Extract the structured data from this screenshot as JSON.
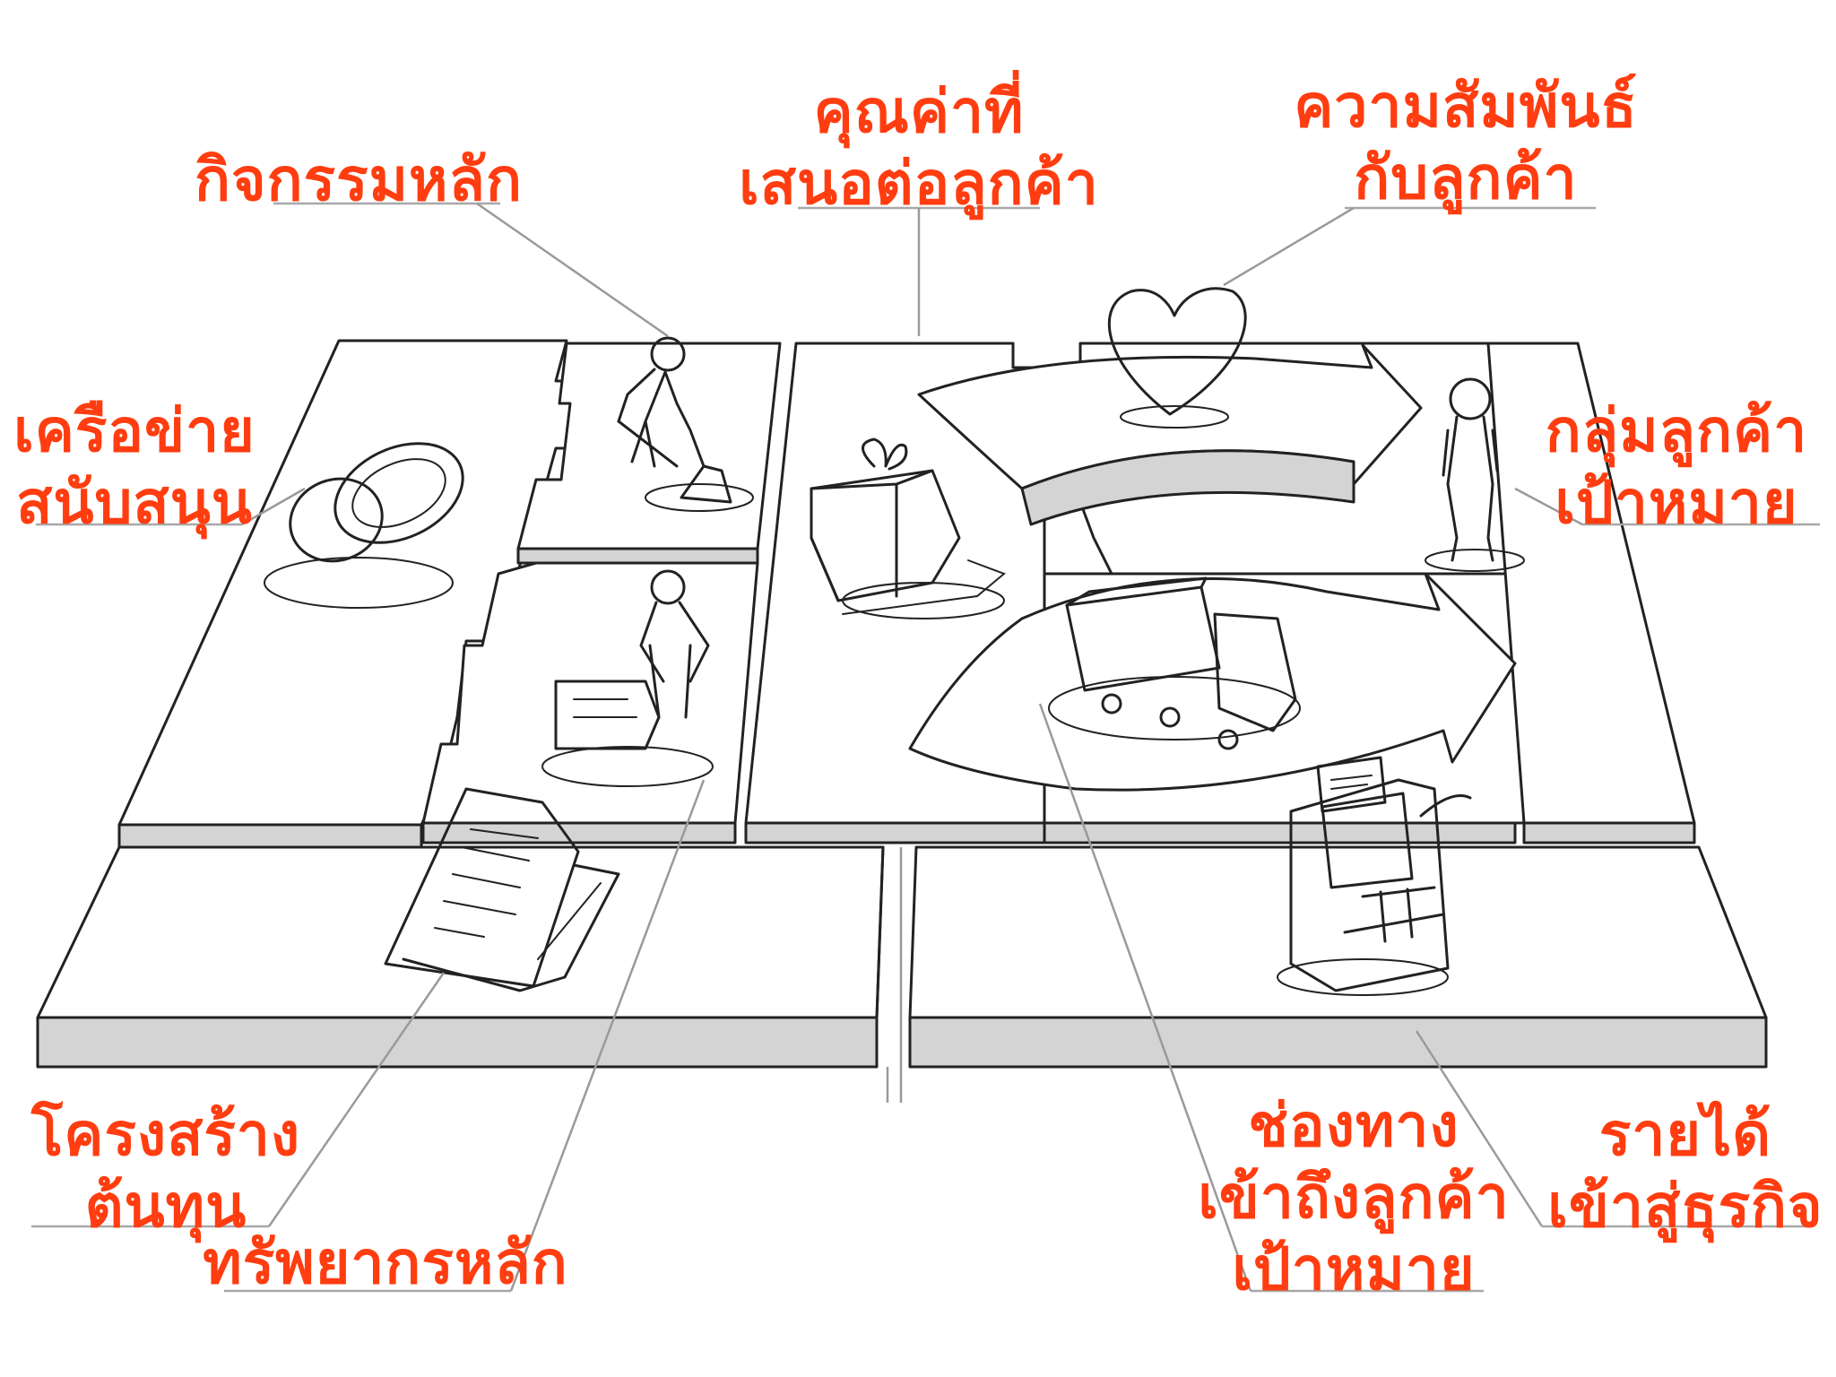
{
  "labels": {
    "key_activities": [
      "กิจกรรมหลัก"
    ],
    "value_proposition": [
      "คุณค่าที่",
      "เสนอต่อลูกค้า"
    ],
    "customer_relationships": [
      "ความสัมพันธ์",
      "กับลูกค้า"
    ],
    "key_partners": [
      "เครือข่าย",
      "สนับสนุน"
    ],
    "customer_segments": [
      "กลุ่มลูกค้า",
      "เป้าหมาย"
    ],
    "cost_structure": [
      "โครงสร้าง",
      "ต้นทุน"
    ],
    "key_resources": [
      "ทรัพยากรหลัก"
    ],
    "channels": [
      "ช่องทาง",
      "เข้าถึงลูกค้า",
      "เป้าหมาย"
    ],
    "revenue_streams": [
      "รายได้",
      "เข้าสู่ธุรกิจ"
    ]
  },
  "icons": [
    "rings-icon",
    "digging-person-icon",
    "working-person-icon",
    "gift-box-icon",
    "heart-icon",
    "delivery-truck-icon",
    "customer-person-icon",
    "cash-register-icon",
    "invoice-icon"
  ],
  "colors": {
    "label": "#ff3d10",
    "line": "#222222",
    "leader": "#9a9a9a",
    "block_side": "#d4d4d4"
  }
}
